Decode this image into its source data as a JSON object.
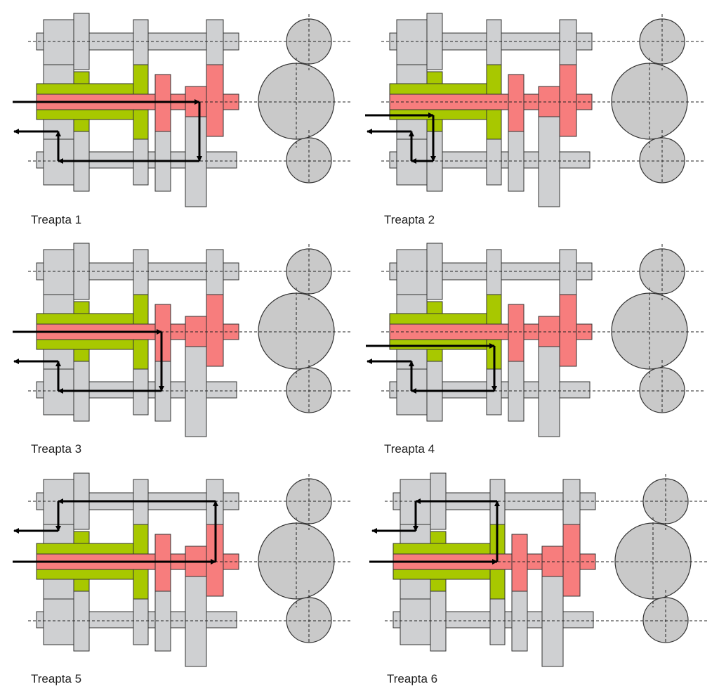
{
  "diagram": {
    "panels": [
      {
        "label": "Treapta 1"
      },
      {
        "label": "Treapta 2"
      },
      {
        "label": "Treapta 3"
      },
      {
        "label": "Treapta 4"
      },
      {
        "label": "Treapta 5"
      },
      {
        "label": "Treapta 6"
      }
    ],
    "colors": {
      "housing_grey": "#cfd0d2",
      "hollow_shaft_green": "#a8c800",
      "main_shaft_red": "#f77d7d",
      "gear_circle": "#c9c9c9",
      "power_flow_arrow": "#000000"
    }
  }
}
